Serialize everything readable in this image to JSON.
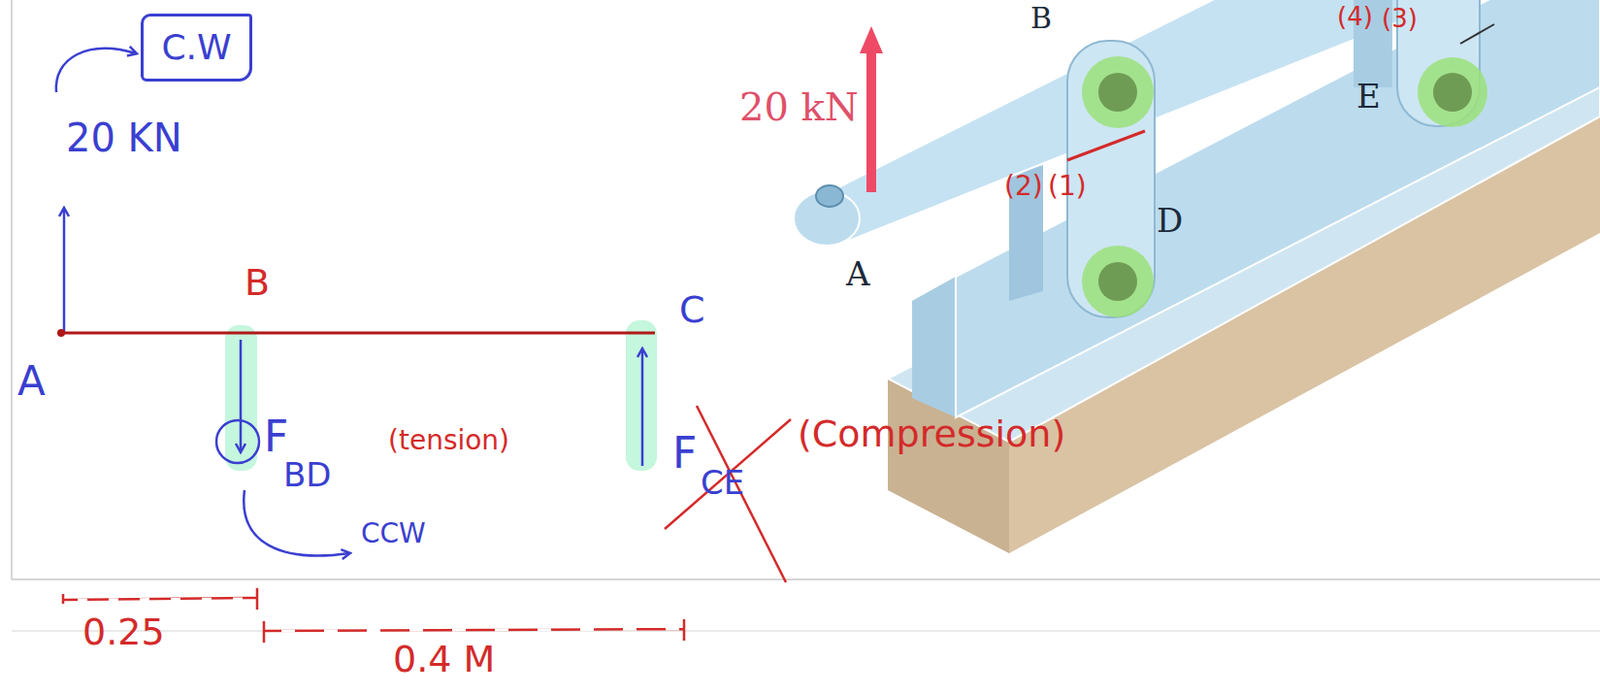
{
  "diagram": {
    "nodes": [
      {
        "text": [
          "C.W"
        ]
      }
    ],
    "labels": [
      "20 KN",
      "A",
      "B",
      "C",
      "F",
      "BD",
      "(tension)",
      "CCW",
      "F",
      "CE",
      "(Compression)",
      "0.25",
      "0.4 M",
      "20 kN",
      "A",
      "D",
      "E",
      "B",
      "(2)",
      "(1)",
      "(4)",
      "(3)"
    ]
  }
}
